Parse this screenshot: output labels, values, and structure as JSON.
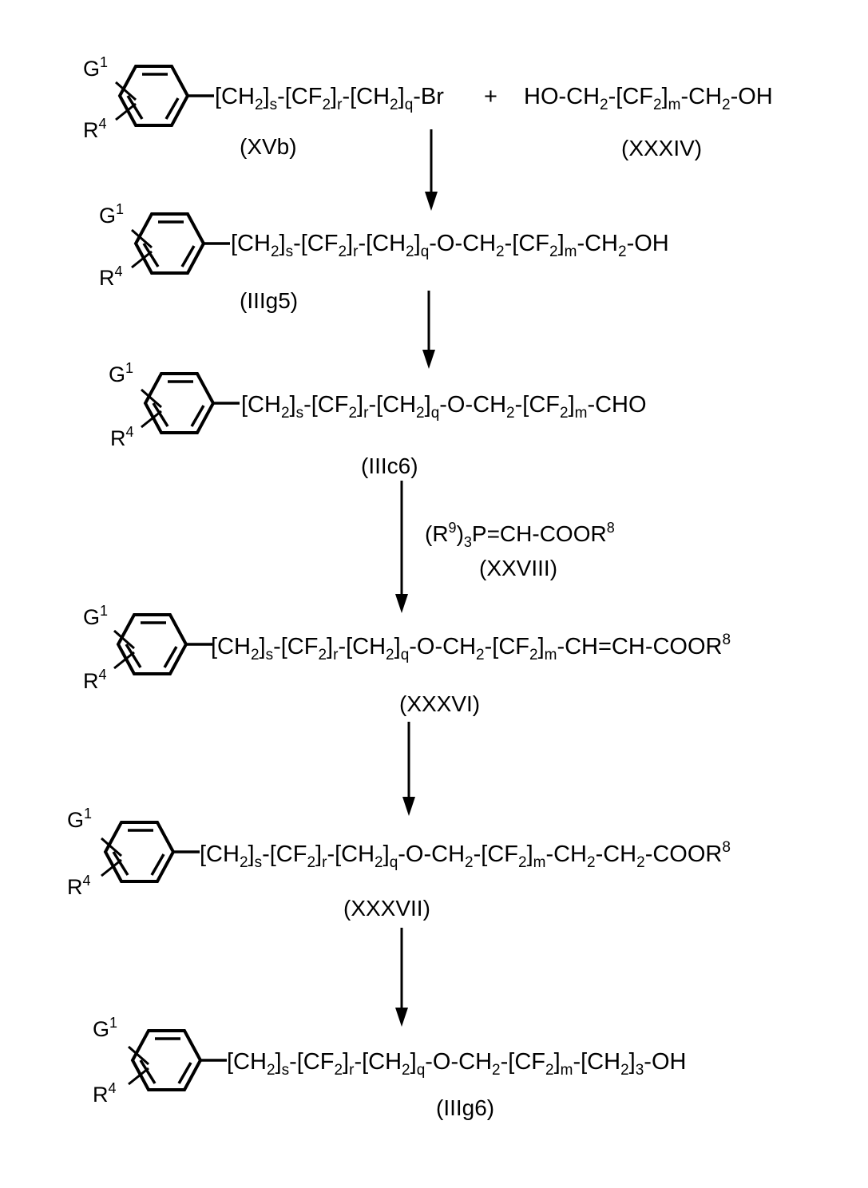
{
  "structures": [
    {
      "id": "XVb",
      "substituent_top": "G",
      "substituent_top_sup": "1",
      "substituent_bottom": "R",
      "substituent_bottom_sup": "4",
      "chain": [
        {
          "t": "[CH"
        },
        {
          "b": "2"
        },
        {
          "t": "]"
        },
        {
          "b": "s"
        },
        {
          "t": "-[CF"
        },
        {
          "b": "2"
        },
        {
          "t": "]"
        },
        {
          "b": "r"
        },
        {
          "t": "-[CH"
        },
        {
          "b": "2"
        },
        {
          "t": "]"
        },
        {
          "b": "q"
        },
        {
          "t": "-Br"
        }
      ],
      "label": "(XVb)"
    },
    {
      "id": "IIIg5",
      "substituent_top": "G",
      "substituent_top_sup": "1",
      "substituent_bottom": "R",
      "substituent_bottom_sup": "4",
      "chain": [
        {
          "t": "[CH"
        },
        {
          "b": "2"
        },
        {
          "t": "]"
        },
        {
          "b": "s"
        },
        {
          "t": "-[CF"
        },
        {
          "b": "2"
        },
        {
          "t": "]"
        },
        {
          "b": "r"
        },
        {
          "t": "-[CH"
        },
        {
          "b": "2"
        },
        {
          "t": "]"
        },
        {
          "b": "q"
        },
        {
          "t": "-O-CH"
        },
        {
          "b": "2"
        },
        {
          "t": "-[CF"
        },
        {
          "b": "2"
        },
        {
          "t": "]"
        },
        {
          "b": "m"
        },
        {
          "t": "-CH"
        },
        {
          "b": "2"
        },
        {
          "t": "-OH"
        }
      ],
      "label": "(IIIg5)"
    },
    {
      "id": "IIIc6",
      "substituent_top": "G",
      "substituent_top_sup": "1",
      "substituent_bottom": "R",
      "substituent_bottom_sup": "4",
      "chain": [
        {
          "t": "[CH"
        },
        {
          "b": "2"
        },
        {
          "t": "]"
        },
        {
          "b": "s"
        },
        {
          "t": "-[CF"
        },
        {
          "b": "2"
        },
        {
          "t": "]"
        },
        {
          "b": "r"
        },
        {
          "t": "-[CH"
        },
        {
          "b": "2"
        },
        {
          "t": "]"
        },
        {
          "b": "q"
        },
        {
          "t": "-O-CH"
        },
        {
          "b": "2"
        },
        {
          "t": "-[CF"
        },
        {
          "b": "2"
        },
        {
          "t": "]"
        },
        {
          "b": "m"
        },
        {
          "t": "-CHO"
        }
      ],
      "label": "(IIIc6)"
    },
    {
      "id": "XXXVI",
      "substituent_top": "G",
      "substituent_top_sup": "1",
      "substituent_bottom": "R",
      "substituent_bottom_sup": "4",
      "chain": [
        {
          "t": "[CH"
        },
        {
          "b": "2"
        },
        {
          "t": "]"
        },
        {
          "b": "s"
        },
        {
          "t": "-[CF"
        },
        {
          "b": "2"
        },
        {
          "t": "]"
        },
        {
          "b": "r"
        },
        {
          "t": "-[CH"
        },
        {
          "b": "2"
        },
        {
          "t": "]"
        },
        {
          "b": "q"
        },
        {
          "t": "-O-CH"
        },
        {
          "b": "2"
        },
        {
          "t": "-[CF"
        },
        {
          "b": "2"
        },
        {
          "t": "]"
        },
        {
          "b": "m"
        },
        {
          "t": "-CH=CH-COOR"
        },
        {
          "p": "8"
        }
      ],
      "label": "(XXXVI)"
    },
    {
      "id": "XXXVII",
      "substituent_top": "G",
      "substituent_top_sup": "1",
      "substituent_bottom": "R",
      "substituent_bottom_sup": "4",
      "chain": [
        {
          "t": "[CH"
        },
        {
          "b": "2"
        },
        {
          "t": "]"
        },
        {
          "b": "s"
        },
        {
          "t": "-[CF"
        },
        {
          "b": "2"
        },
        {
          "t": "]"
        },
        {
          "b": "r"
        },
        {
          "t": "-[CH"
        },
        {
          "b": "2"
        },
        {
          "t": "]"
        },
        {
          "b": "q"
        },
        {
          "t": "-O-CH"
        },
        {
          "b": "2"
        },
        {
          "t": "-[CF"
        },
        {
          "b": "2"
        },
        {
          "t": "]"
        },
        {
          "b": "m"
        },
        {
          "t": "-CH"
        },
        {
          "b": "2"
        },
        {
          "t": "-CH"
        },
        {
          "b": "2"
        },
        {
          "t": "-COOR"
        },
        {
          "p": "8"
        }
      ],
      "label": "(XXXVII)"
    },
    {
      "id": "IIIg6",
      "substituent_top": "G",
      "substituent_top_sup": "1",
      "substituent_bottom": "R",
      "substituent_bottom_sup": "4",
      "chain": [
        {
          "t": "[CH"
        },
        {
          "b": "2"
        },
        {
          "t": "]"
        },
        {
          "b": "s"
        },
        {
          "t": "-[CF"
        },
        {
          "b": "2"
        },
        {
          "t": "]"
        },
        {
          "b": "r"
        },
        {
          "t": "-[CH"
        },
        {
          "b": "2"
        },
        {
          "t": "]"
        },
        {
          "b": "q"
        },
        {
          "t": "-O-CH"
        },
        {
          "b": "2"
        },
        {
          "t": "-[CF"
        },
        {
          "b": "2"
        },
        {
          "t": "]"
        },
        {
          "b": "m"
        },
        {
          "t": "-[CH"
        },
        {
          "b": "2"
        },
        {
          "t": "]"
        },
        {
          "b": "3"
        },
        {
          "t": "-OH"
        }
      ],
      "label": "(IIIg6)"
    }
  ],
  "reagent_diol": {
    "chain": [
      {
        "t": "HO-CH"
      },
      {
        "b": "2"
      },
      {
        "t": "-[CF"
      },
      {
        "b": "2"
      },
      {
        "t": "]"
      },
      {
        "b": "m"
      },
      {
        "t": "-CH"
      },
      {
        "b": "2"
      },
      {
        "t": "-OH"
      }
    ],
    "label": "(XXXIV)"
  },
  "plus_sign": "+",
  "reagent_wittig": {
    "prefix": "(R",
    "prefix_sup": "9",
    "close": ")",
    "close_sub": "3",
    "rest": "P=CH-COOR",
    "rest_sup": "8",
    "label": "(XXVIII)"
  }
}
